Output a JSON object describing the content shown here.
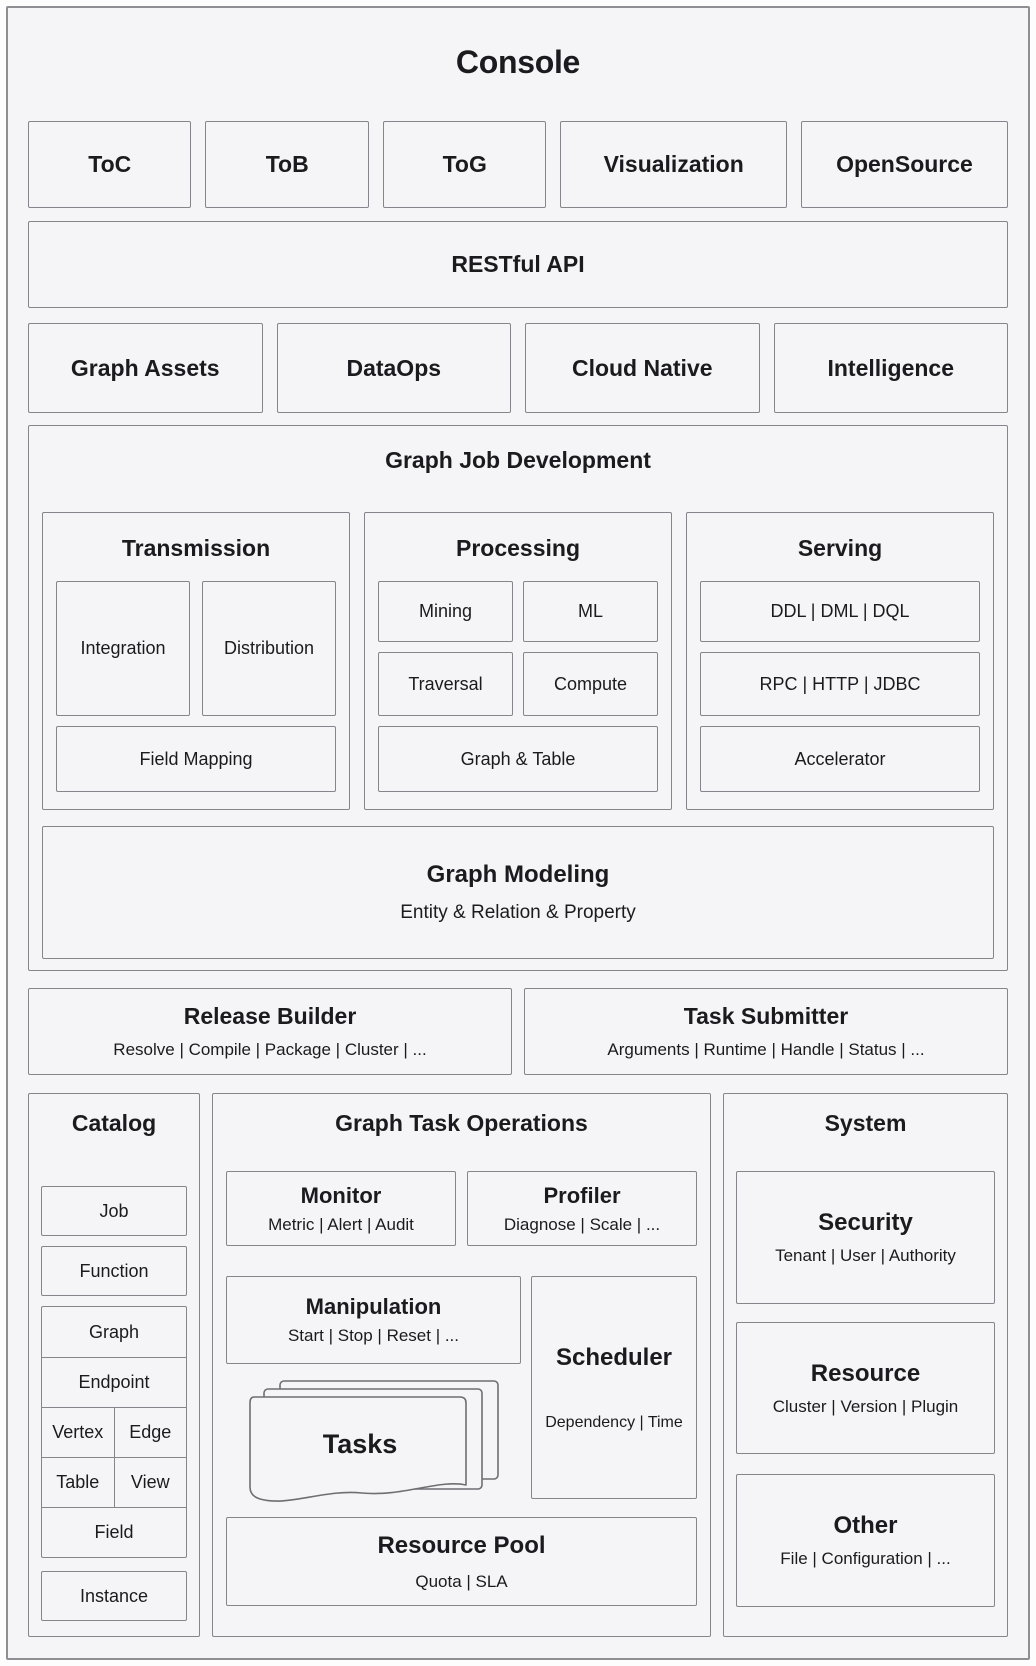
{
  "console": {
    "title": "Console"
  },
  "channels": {
    "items": [
      "ToC",
      "ToB",
      "ToG",
      "Visualization",
      "OpenSource"
    ]
  },
  "api_layer": {
    "label": "RESTful API"
  },
  "platform": {
    "items": [
      "Graph Assets",
      "DataOps",
      "Cloud Native",
      "Intelligence"
    ]
  },
  "gjd": {
    "title": "Graph Job Development",
    "transmission": {
      "title": "Transmission",
      "integration": "Integration",
      "distribution": "Distribution",
      "field_mapping": "Field Mapping"
    },
    "processing": {
      "title": "Processing",
      "mining": "Mining",
      "ml": "ML",
      "traversal": "Traversal",
      "compute": "Compute",
      "graph_table": "Graph & Table"
    },
    "serving": {
      "title": "Serving",
      "row1": "DDL | DML | DQL",
      "row2": "RPC | HTTP | JDBC",
      "row3": "Accelerator"
    },
    "modeling": {
      "title": "Graph Modeling",
      "subtitle": "Entity & Relation & Property"
    }
  },
  "release_builder": {
    "title": "Release Builder",
    "subtitle": "Resolve | Compile | Package | Cluster | ..."
  },
  "task_submitter": {
    "title": "Task Submitter",
    "subtitle": "Arguments | Runtime | Handle | Status | ..."
  },
  "catalog": {
    "title": "Catalog",
    "job": "Job",
    "function": "Function",
    "graph": "Graph",
    "endpoint": "Endpoint",
    "vertex": "Vertex",
    "edge": "Edge",
    "table": "Table",
    "view": "View",
    "field": "Field",
    "instance": "Instance"
  },
  "gto": {
    "title": "Graph Task Operations",
    "monitor": {
      "title": "Monitor",
      "subtitle": "Metric | Alert | Audit"
    },
    "profiler": {
      "title": "Profiler",
      "subtitle": "Diagnose | Scale | ..."
    },
    "manipulation": {
      "title": "Manipulation",
      "subtitle": "Start | Stop | Reset | ..."
    },
    "scheduler": {
      "title": "Scheduler",
      "subtitle": "Dependency | Time"
    },
    "tasks": {
      "label": "Tasks"
    },
    "resource_pool": {
      "title": "Resource Pool",
      "subtitle": "Quota | SLA"
    }
  },
  "system": {
    "title": "System",
    "security": {
      "title": "Security",
      "subtitle": "Tenant | User | Authority"
    },
    "resource": {
      "title": "Resource",
      "subtitle": "Cluster | Version | Plugin"
    },
    "other": {
      "title": "Other",
      "subtitle": "File | Configuration | ..."
    }
  },
  "colors": {
    "canvas": "#fdfdfe",
    "fill": "#f5f5f8",
    "border": "#85858b",
    "frame_border": "#8e8e93",
    "text": "#1b1b1f"
  }
}
